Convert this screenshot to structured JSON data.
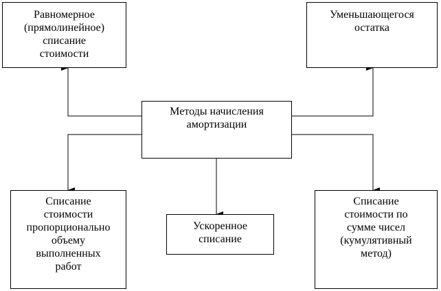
{
  "center": {
    "lines": [
      "Методы начисления",
      "амортизации"
    ]
  },
  "nodes": {
    "top_left": {
      "lines": [
        "Равномерное",
        "(прямолинейное)",
        "списание",
        "стоимости"
      ]
    },
    "top_right": {
      "lines": [
        "Уменьшающегося",
        "остатка"
      ]
    },
    "bottom_left": {
      "lines": [
        "Списание",
        "стоимости",
        "пропорционально",
        "объему",
        "выполненных",
        "работ"
      ]
    },
    "bottom_center": {
      "lines": [
        "Ускоренное",
        "списание"
      ]
    },
    "bottom_right": {
      "lines": [
        "Списание",
        "стоимости по",
        "сумме чисел",
        "(кумулятивный",
        "метод)"
      ]
    }
  }
}
